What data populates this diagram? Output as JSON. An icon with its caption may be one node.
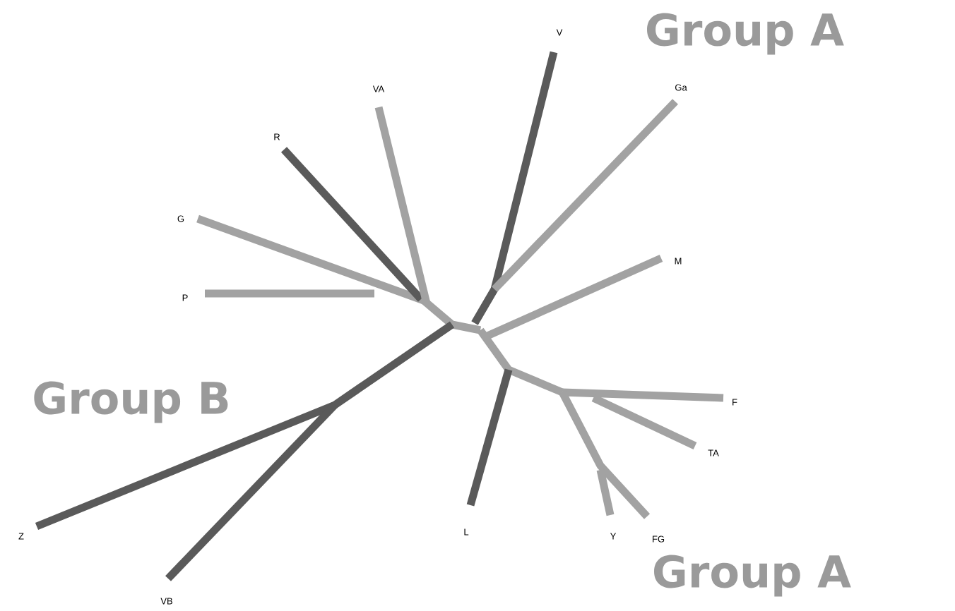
{
  "diagram": {
    "labels": [
      "Group A",
      "V",
      "Ga",
      "VA",
      "R",
      "G",
      "M",
      "P",
      "Group B",
      "F",
      "TA",
      "Z",
      "L",
      "Y",
      "FG",
      "VB",
      "Group A"
    ]
  }
}
